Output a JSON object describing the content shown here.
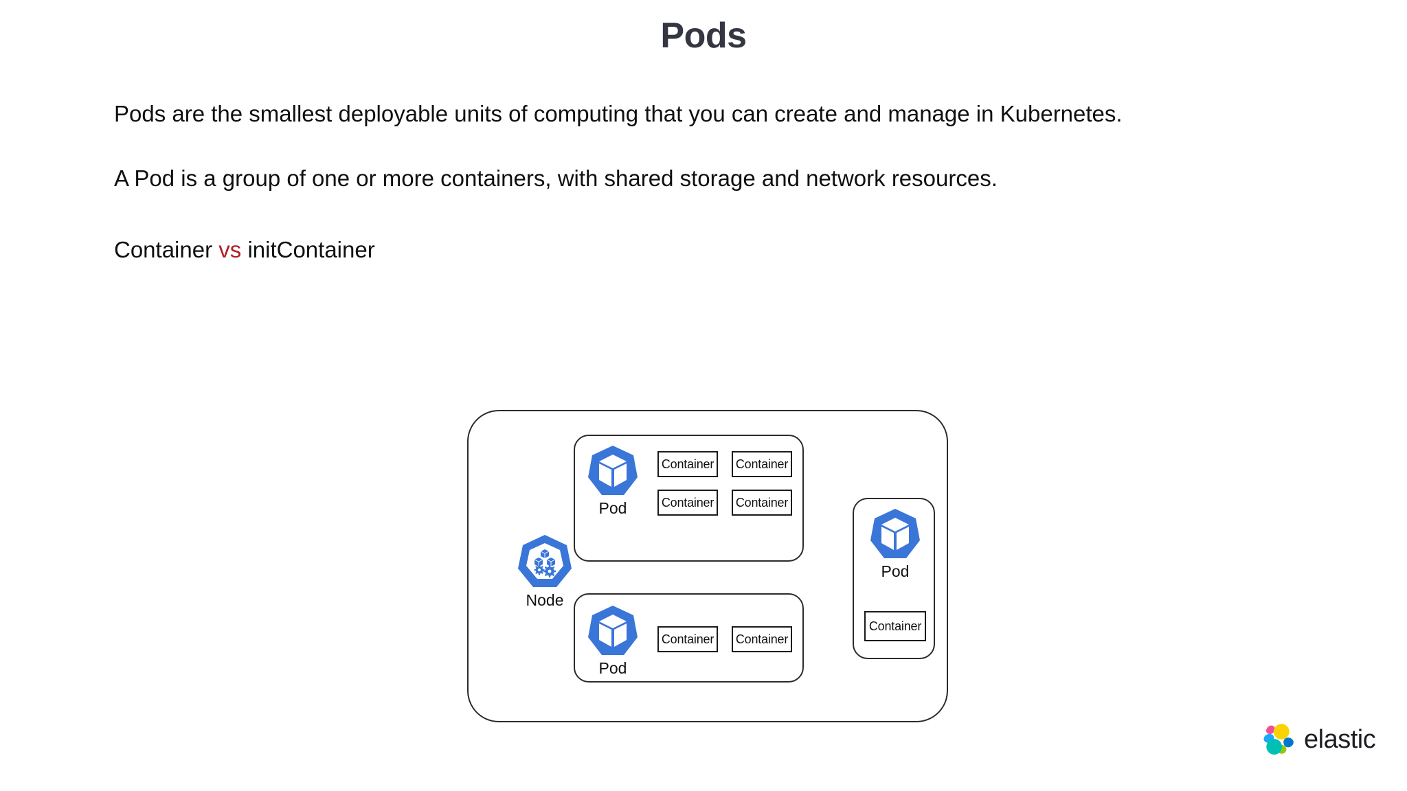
{
  "slide": {
    "title": "Pods",
    "paragraphs": [
      "Pods are the smallest deployable units of computing that you can create and manage in Kubernetes.",
      "A Pod is a group of one or more containers, with shared storage and network resources."
    ],
    "comparison": {
      "left": "Container",
      "accent": "vs",
      "right": "initContainer",
      "accent_color": "#b11f24"
    }
  },
  "diagram": {
    "node": {
      "icon": "kubernetes-node-icon",
      "label": "Node"
    },
    "pods": [
      {
        "id": "pod-top",
        "icon": "kubernetes-pod-icon",
        "label": "Pod",
        "containers": [
          "Container",
          "Container",
          "Container",
          "Container"
        ]
      },
      {
        "id": "pod-bottom",
        "icon": "kubernetes-pod-icon",
        "label": "Pod",
        "containers": [
          "Container",
          "Container"
        ]
      },
      {
        "id": "pod-right",
        "icon": "kubernetes-pod-icon",
        "label": "Pod",
        "containers": [
          "Container"
        ]
      }
    ],
    "colors": {
      "kubernetes_blue": "#3a76d8",
      "outline": "#2b2b2b"
    }
  },
  "branding": {
    "wordmark": "elastic",
    "logo_colors": {
      "pink": "#ef5098",
      "yellow": "#f9d400",
      "teal_light": "#00bfb3",
      "blue_dark": "#0077cc",
      "green": "#93c90e",
      "cyan": "#1ba9f5"
    }
  }
}
